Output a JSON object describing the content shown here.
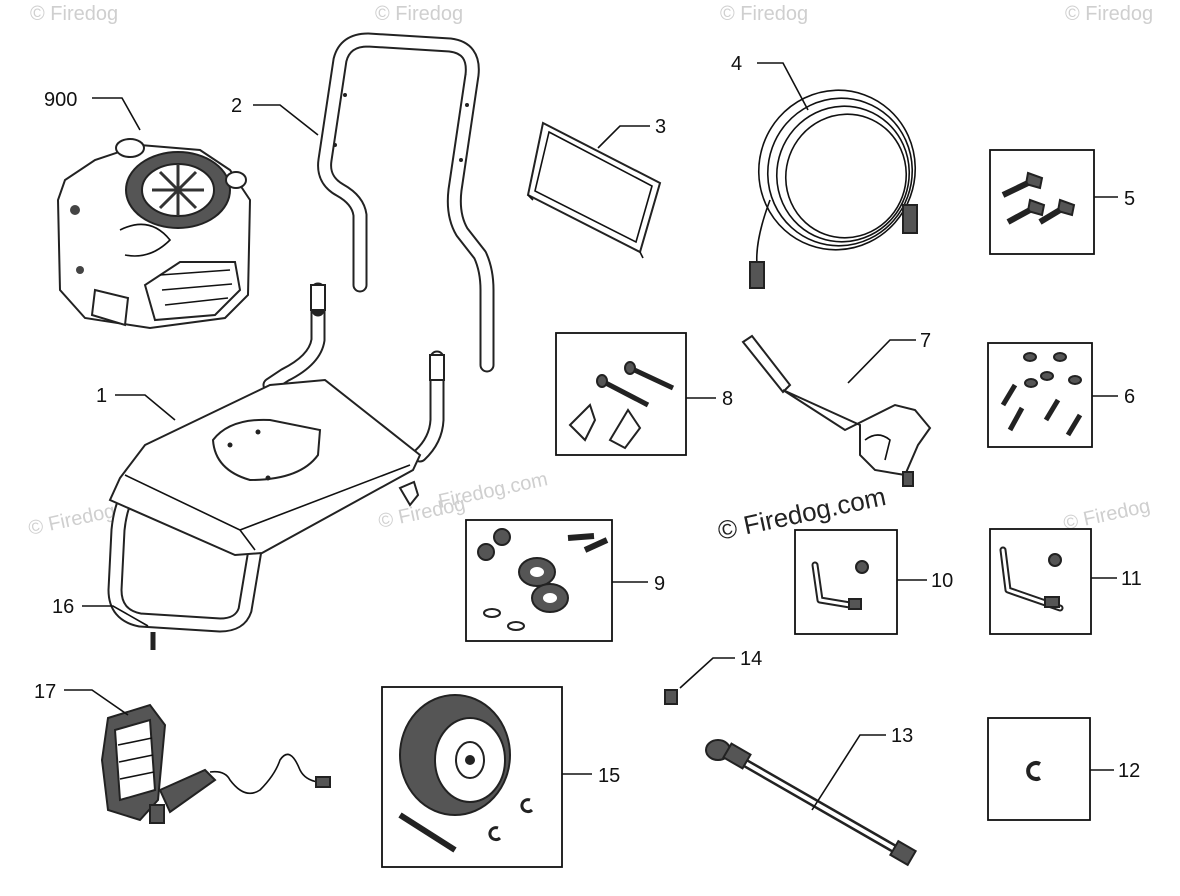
{
  "callouts": {
    "c900": "900",
    "c1": "1",
    "c2": "2",
    "c3": "3",
    "c4": "4",
    "c5": "5",
    "c6": "6",
    "c7": "7",
    "c8": "8",
    "c9": "9",
    "c10": "10",
    "c11": "11",
    "c12": "12",
    "c13": "13",
    "c14": "14",
    "c15": "15",
    "c16": "16",
    "c17": "17"
  },
  "watermark": {
    "text": "© Firedog",
    "text_alt": "Firedog.com",
    "center_text": "© Firedog.com"
  },
  "parts": {
    "engine": "engine",
    "frame": "frame",
    "handle": "handle",
    "panel": "panel",
    "hose": "hose",
    "bolts": "bolts",
    "screws_washers": "screws-washers",
    "spray_gun": "spray-gun",
    "knob_kit": "knob-kit",
    "wheel_hardware": "wheel-hardware",
    "bracket_10": "bracket",
    "bracket_11": "bracket",
    "clip": "clip",
    "wand": "wand",
    "nozzle": "nozzle",
    "wheel": "wheel",
    "pin": "pin",
    "pump": "pump"
  }
}
